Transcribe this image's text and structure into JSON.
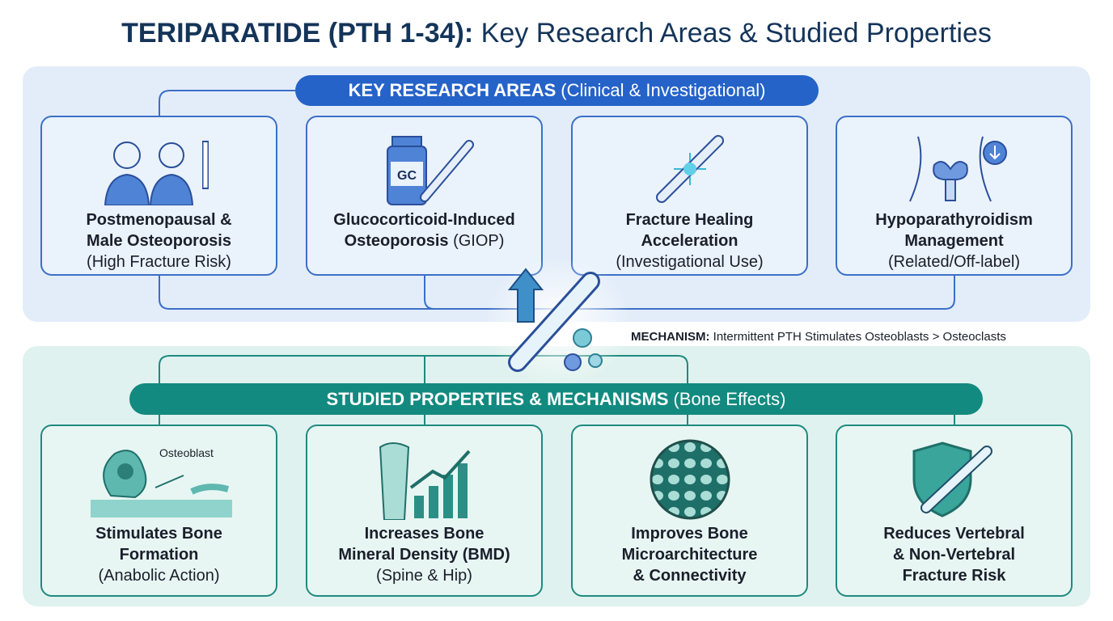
{
  "title": {
    "bold": "TERIPARATIDE (PTH 1-34):",
    "rest": "Key Research Areas & Studied Properties"
  },
  "research": {
    "header_bold": "KEY RESEARCH AREAS",
    "header_rest": "(Clinical & Investigational)",
    "cards": [
      {
        "icon": "patients-fracture-icon",
        "l1": "Postmenopausal &",
        "l2": "Male Osteoporosis",
        "sub": "(High Fracture Risk)"
      },
      {
        "icon": "glucocorticoid-bottle-icon",
        "icon_text": "GC",
        "l1": "Glucocorticoid-Induced",
        "l2": "Osteoporosis",
        "sub_inline": "(GIOP)"
      },
      {
        "icon": "healing-bone-icon",
        "l1": "Fracture Healing",
        "l2": "Acceleration",
        "sub": "(Investigational Use)"
      },
      {
        "icon": "thyroid-icon",
        "l1": "Hypoparathyroidism",
        "l2": "Management",
        "sub": "(Related/Off-label)"
      }
    ]
  },
  "mechanism": {
    "label": "MECHANISM:",
    "text": "Intermittent PTH Stimulates Osteoblasts > Osteoclasts"
  },
  "properties": {
    "header_bold": "STUDIED PROPERTIES & MECHANISMS",
    "header_rest": "(Bone Effects)",
    "cards": [
      {
        "icon": "osteoblast-icon",
        "icon_text": "Osteoblast",
        "l1": "Stimulates Bone",
        "l2": "Formation",
        "sub": "(Anabolic Action)"
      },
      {
        "icon": "bone-density-chart-icon",
        "l1": "Increases Bone",
        "l2": "Mineral Density (BMD)",
        "sub": "(Spine & Hip)"
      },
      {
        "icon": "microarchitecture-icon",
        "l1": "Improves Bone",
        "l2": "Microarchitecture",
        "l3": "& Connectivity"
      },
      {
        "icon": "shield-bone-icon",
        "l1": "Reduces Vertebral",
        "l2": "& Non-Vertebral",
        "l3": "Fracture Risk"
      }
    ]
  },
  "colors": {
    "navy": "#143459",
    "blue": "#2563c9",
    "teal": "#138a80"
  }
}
